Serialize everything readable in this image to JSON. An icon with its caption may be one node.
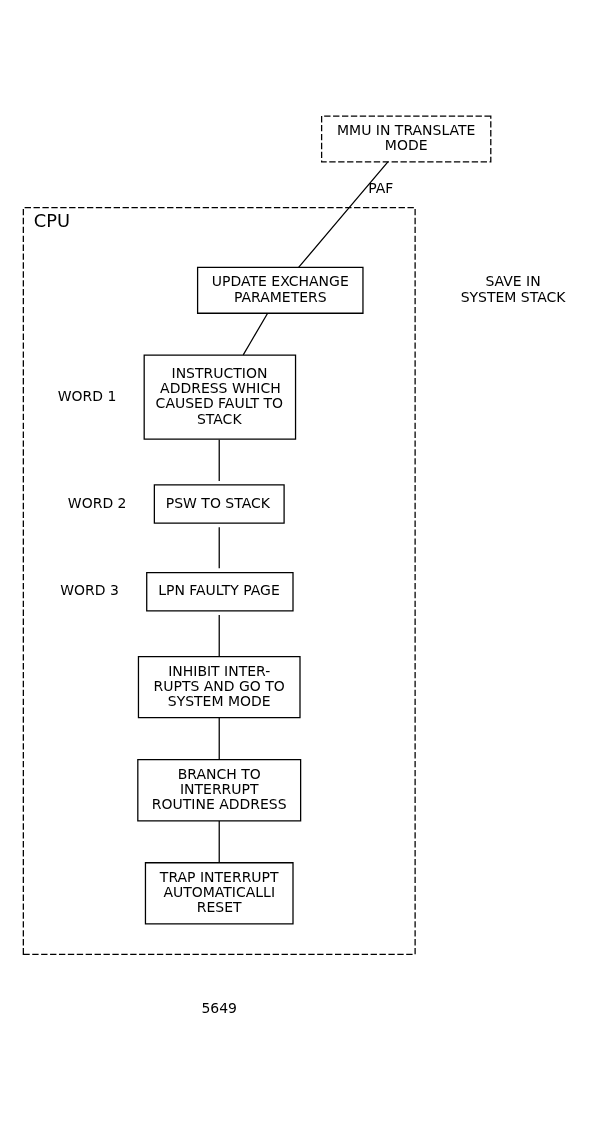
{
  "diagram": {
    "nodes": [
      {
        "text": [
          "MMU IN TRANSLATE MODE"
        ]
      },
      {
        "text": [
          "CPU"
        ]
      },
      {
        "text": [
          "UPDATE EXCHANGE PARAMETERS"
        ],
        "in": 1
      },
      {
        "text": [
          "INSTRUCTION ADDRESS WHICH CAUSED FAULT TO STACK"
        ],
        "in": 1,
        "beside": [
          "WORD 1"
        ]
      },
      {
        "text": [
          "PSW TO STACK"
        ],
        "in": 1,
        "beside": [
          "WORD 2"
        ]
      },
      {
        "text": [
          "LPN FAULTY PAGE"
        ],
        "in": 1,
        "beside": [
          "WORD 3"
        ]
      },
      {
        "text": [
          "INHIBIT INTER- RUPTS AND GO TO SYSTEM MODE"
        ],
        "in": 1
      },
      {
        "text": [
          "BRANCH TO INTERRUPT ROUTINE ADDRESS"
        ],
        "in": 1
      },
      {
        "text": [
          "TRAP INTERRUPT AUTOMATICALLI RESET"
        ],
        "in": 1
      }
    ],
    "edges": [
      {
        "from": 0,
        "to": 2,
        "arrow": "none",
        "label": "PAF"
      },
      {
        "from": 2,
        "to": 3,
        "arrow": "none"
      },
      {
        "from": 3,
        "to": 4,
        "arrow": "none"
      },
      {
        "from": 4,
        "to": 5,
        "arrow": "none"
      },
      {
        "from": 5,
        "to": 6,
        "arrow": "none"
      },
      {
        "from": 6,
        "to": 7,
        "arrow": "none"
      },
      {
        "from": 7,
        "to": 8,
        "arrow": "none"
      }
    ],
    "labels": [
      "SAVE IN SYSTEM STACK",
      "5649"
    ]
  }
}
